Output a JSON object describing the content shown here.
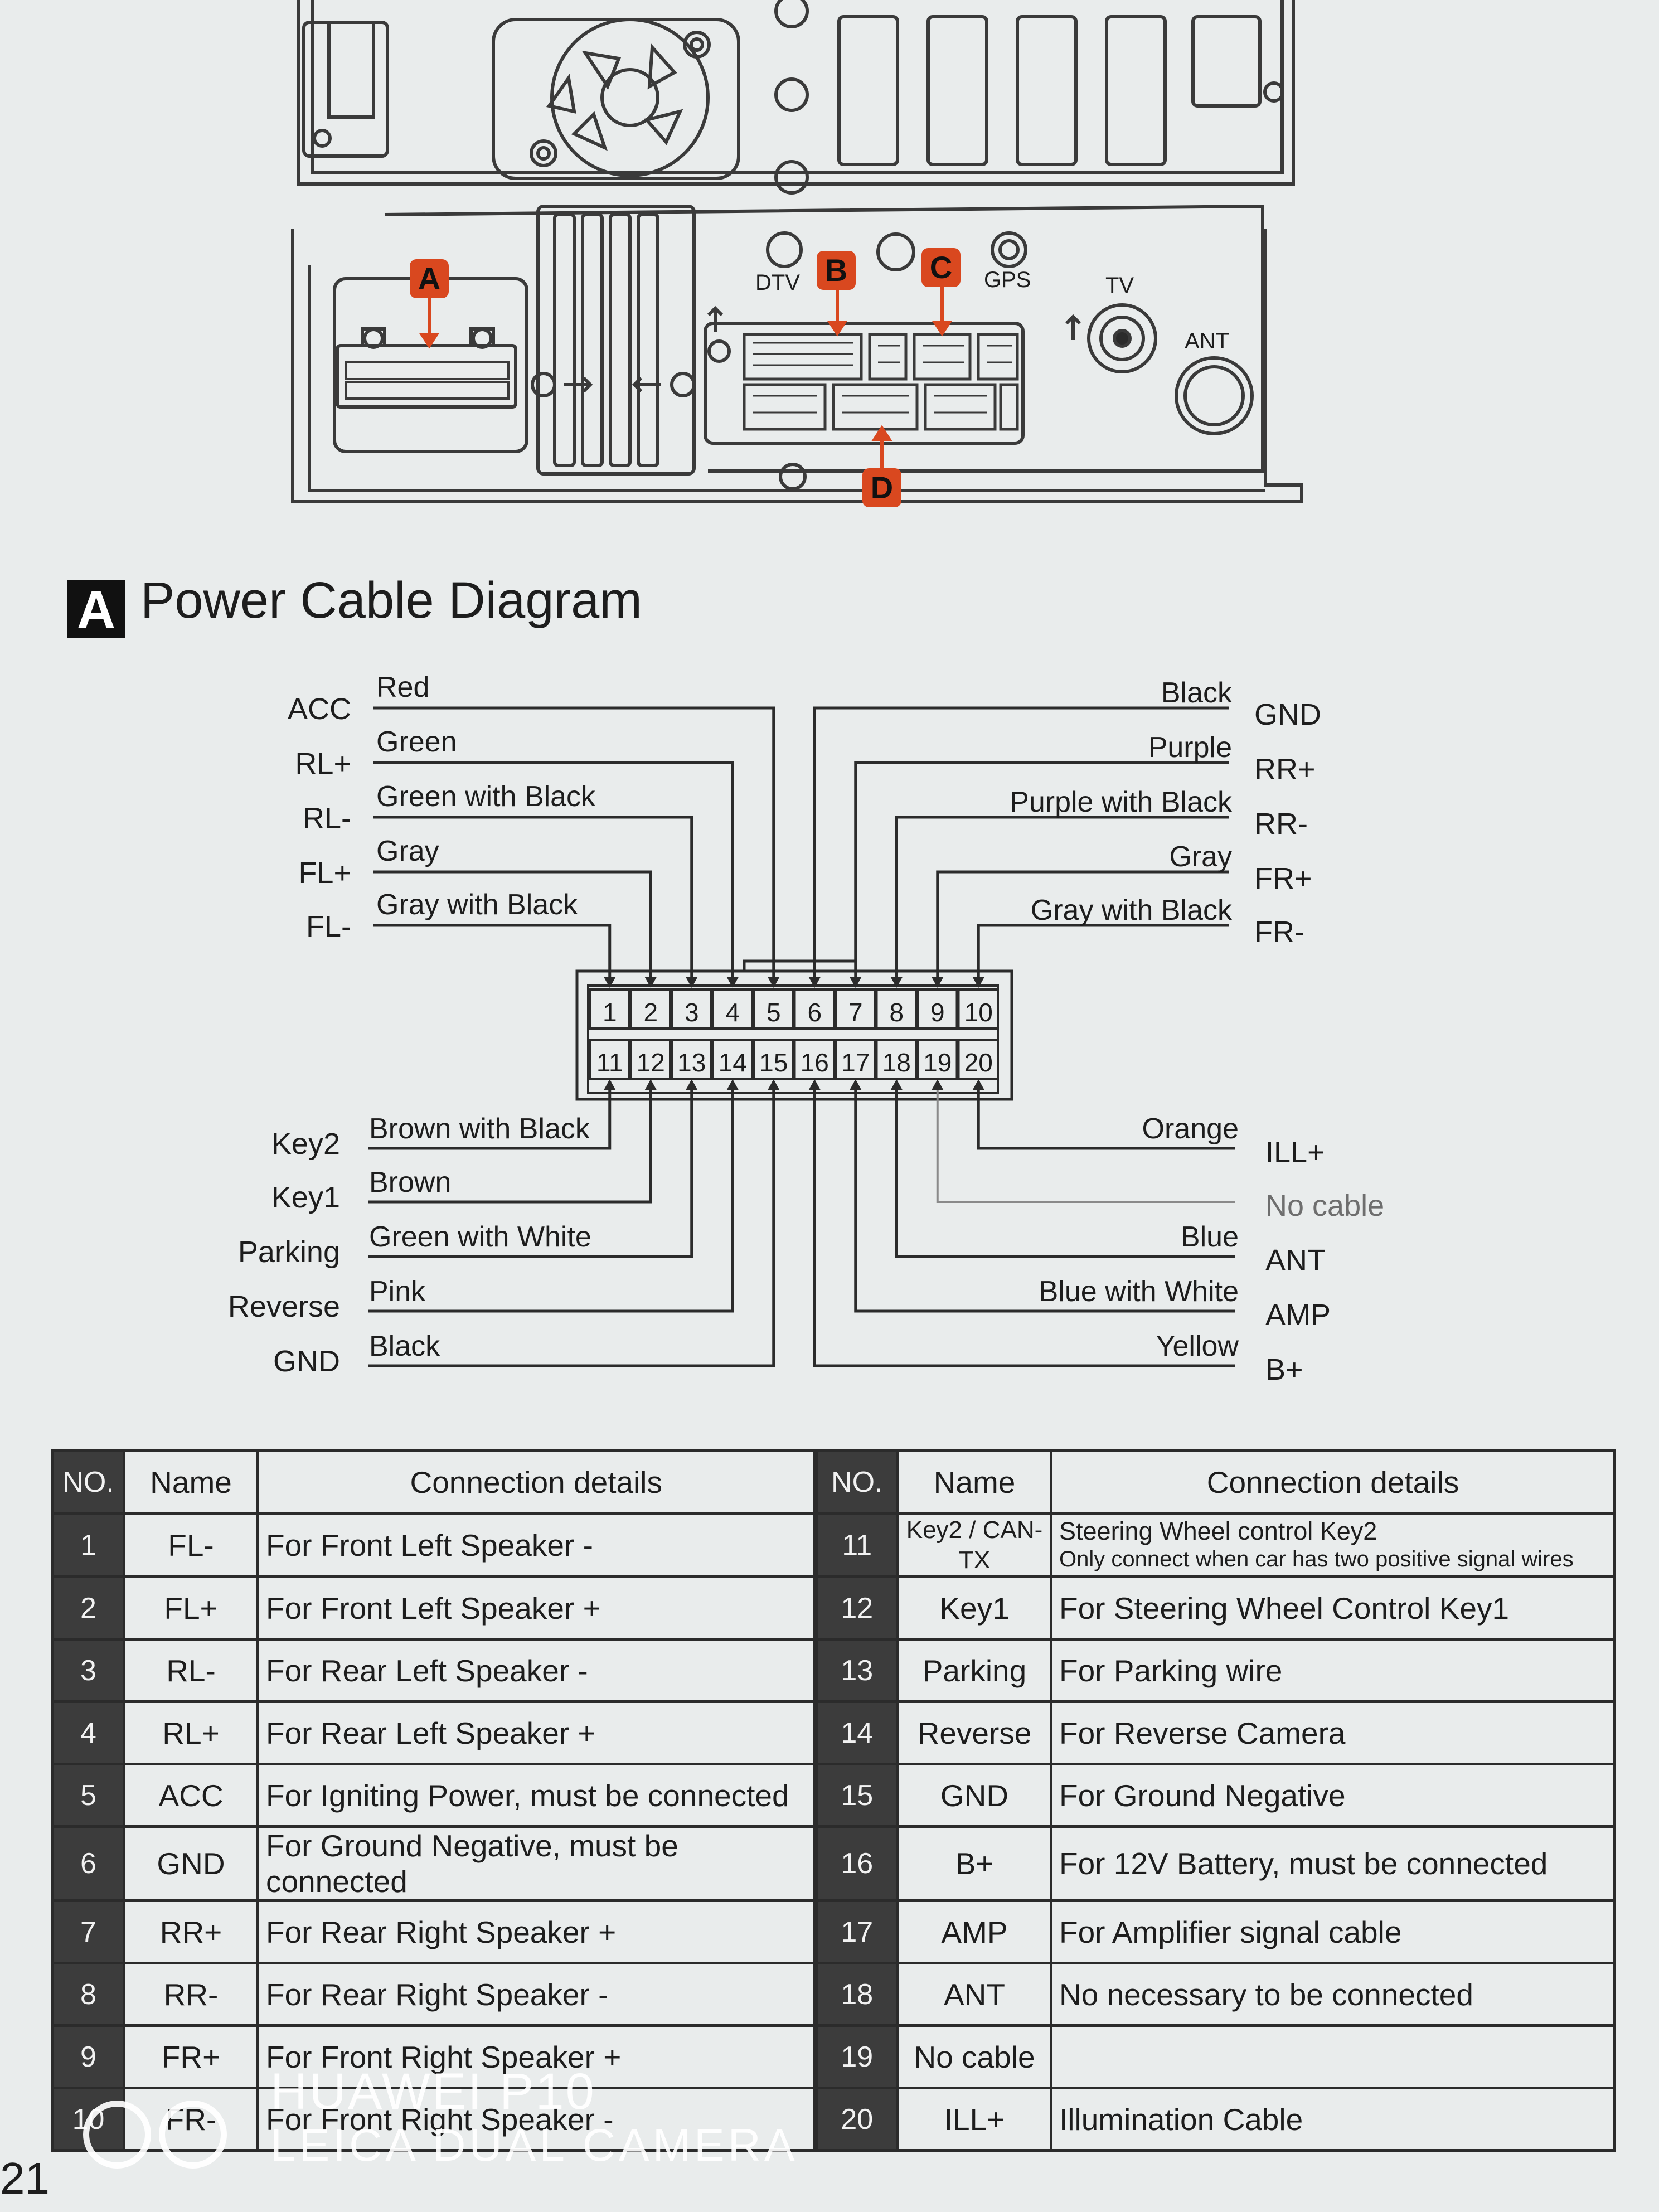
{
  "connector_panel": {
    "markers": [
      "A",
      "B",
      "C",
      "D"
    ],
    "port_labels": {
      "dtv": "DTV",
      "gps": "GPS",
      "tv": "TV",
      "ant": "ANT"
    }
  },
  "section": {
    "badge": "A",
    "title": "Power Cable Diagram"
  },
  "pins_top": [
    "1",
    "2",
    "3",
    "4",
    "5",
    "6",
    "7",
    "8",
    "9",
    "10"
  ],
  "pins_bottom": [
    "11",
    "12",
    "13",
    "14",
    "15",
    "16",
    "17",
    "18",
    "19",
    "20"
  ],
  "left_top": [
    {
      "signal": "ACC",
      "color": "Red"
    },
    {
      "signal": "RL+",
      "color": "Green"
    },
    {
      "signal": "RL-",
      "color": "Green with Black"
    },
    {
      "signal": "FL+",
      "color": "Gray"
    },
    {
      "signal": "FL-",
      "color": "Gray with Black"
    }
  ],
  "right_top": [
    {
      "signal": "GND",
      "color": "Black"
    },
    {
      "signal": "RR+",
      "color": "Purple"
    },
    {
      "signal": "RR-",
      "color": "Purple with Black"
    },
    {
      "signal": "FR+",
      "color": "Gray"
    },
    {
      "signal": "FR-",
      "color": "Gray with Black"
    }
  ],
  "left_bottom": [
    {
      "signal": "Key2",
      "color": "Brown with Black"
    },
    {
      "signal": "Key1",
      "color": "Brown"
    },
    {
      "signal": "Parking",
      "color": "Green with White"
    },
    {
      "signal": "Reverse",
      "color": "Pink"
    },
    {
      "signal": "GND",
      "color": "Black"
    }
  ],
  "right_bottom": [
    {
      "signal": "ILL+",
      "color": "Orange"
    },
    {
      "signal": "No cable",
      "color": ""
    },
    {
      "signal": "ANT",
      "color": "Blue"
    },
    {
      "signal": "AMP",
      "color": "Blue with White"
    },
    {
      "signal": "B+",
      "color": "Yellow"
    }
  ],
  "table": {
    "headers": [
      "NO.",
      "Name",
      "Connection details",
      "NO.",
      "Name",
      "Connection details"
    ],
    "rows": [
      {
        "no": "1",
        "name": "FL-",
        "detail": "For Front Left Speaker -",
        "no2": "11",
        "name2": "Key2 / CAN-TX",
        "detail2": "Steering Wheel control Key2",
        "detail2_note": "Only connect when car has two positive signal wires"
      },
      {
        "no": "2",
        "name": "FL+",
        "detail": "For Front Left Speaker +",
        "no2": "12",
        "name2": "Key1",
        "detail2": "For Steering Wheel Control Key1"
      },
      {
        "no": "3",
        "name": "RL-",
        "detail": "For Rear Left Speaker -",
        "no2": "13",
        "name2": "Parking",
        "detail2": "For Parking wire"
      },
      {
        "no": "4",
        "name": "RL+",
        "detail": "For Rear Left Speaker +",
        "no2": "14",
        "name2": "Reverse",
        "detail2": "For Reverse Camera"
      },
      {
        "no": "5",
        "name": "ACC",
        "detail": "For Igniting Power, must be connected",
        "no2": "15",
        "name2": "GND",
        "detail2": "For Ground Negative"
      },
      {
        "no": "6",
        "name": "GND",
        "detail": "For Ground Negative, must be connected",
        "no2": "16",
        "name2": "B+",
        "detail2": "For 12V Battery, must be connected"
      },
      {
        "no": "7",
        "name": "RR+",
        "detail": "For Rear Right Speaker +",
        "no2": "17",
        "name2": "AMP",
        "detail2": "For Amplifier signal cable"
      },
      {
        "no": "8",
        "name": "RR-",
        "detail": "For Rear Right Speaker -",
        "no2": "18",
        "name2": "ANT",
        "detail2": "No necessary to be connected"
      },
      {
        "no": "9",
        "name": "FR+",
        "detail": "For Front Right Speaker +",
        "no2": "19",
        "name2": "No cable",
        "detail2": ""
      },
      {
        "no": "10",
        "name": "FR-",
        "detail": "For Front Right Speaker -",
        "no2": "20",
        "name2": "ILL+",
        "detail2": "Illumination Cable"
      }
    ]
  },
  "watermark": {
    "line1": "HUAWEI P10",
    "line2": "LEICA DUAL CAMERA"
  },
  "page_number": "21",
  "colors": {
    "accent_marker": "#d9481f",
    "table_no_bg": "#3c3c3c",
    "line": "#2b2b2b"
  }
}
